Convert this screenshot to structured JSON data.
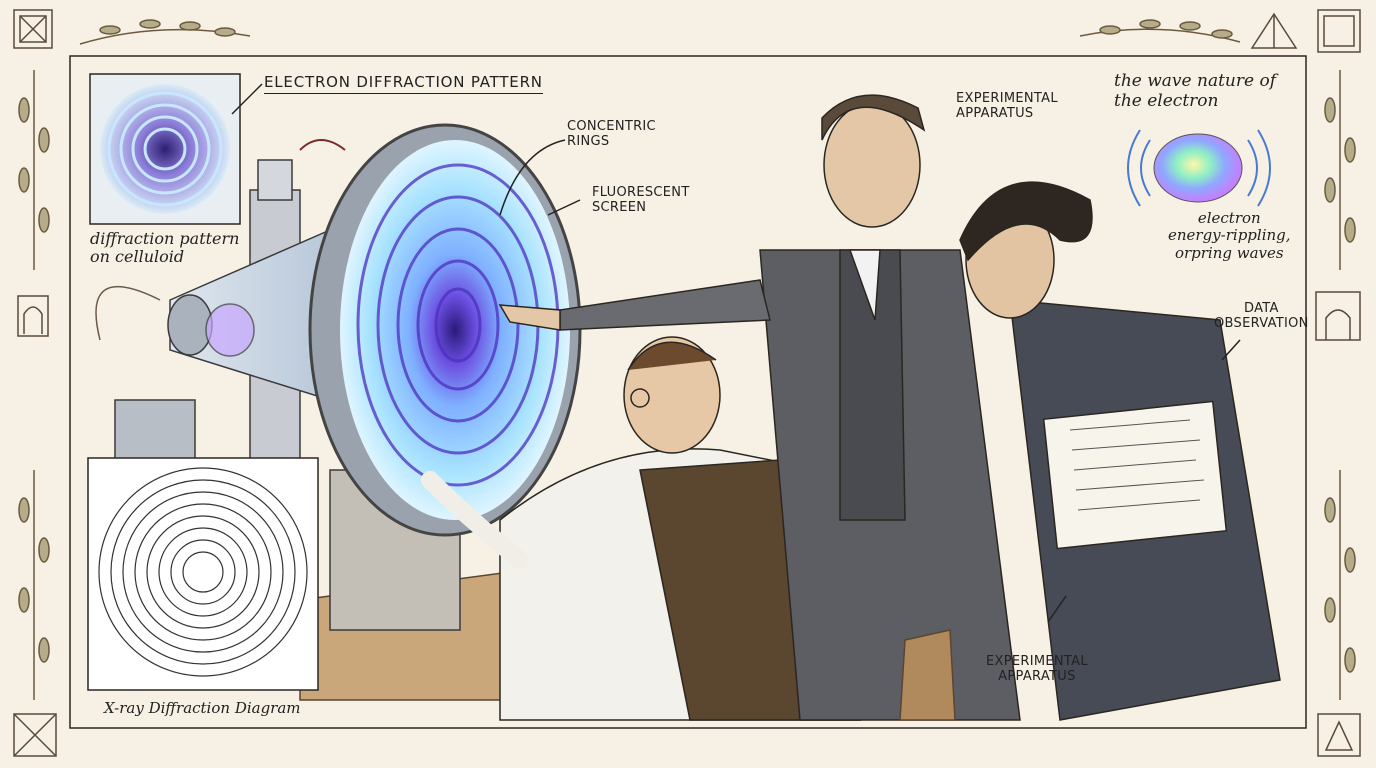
{
  "labels": {
    "electron_diffraction_pattern": "ELECTRON DIFFRACTION PATTERN",
    "concentric_rings": "CONCENTRIC\nRINGS",
    "fluorescent_screen": "FLUORESCENT\nSCREEN",
    "experimental_apparatus_top": "EXPERIMENTAL\nAPPARATUS",
    "wave_nature": "the wave nature of\nthe electron",
    "electron_waves": "electron\nenergy-rippling,\norpring waves",
    "data_observation": "DATA\nOBSERVATION",
    "diffraction_celluloid": "diffraction pattern\non celluloid",
    "experimental_apparatus_bottom": "EXPERIMENTAL\nAPPARATUS",
    "xray_diagram": "X-ray Diffraction Diagram"
  },
  "icons": [
    "botanical-vine-icon",
    "gothic-window-icon",
    "pyramid-icon",
    "tile-icon"
  ],
  "colors": {
    "paper": "#f6f1e4",
    "ink": "#2b2620",
    "screen_glow": "#8fd3ff",
    "screen_ring": "#5a3fc9",
    "suit_gray": "#5d5e63",
    "vest_brown": "#5b4630"
  }
}
